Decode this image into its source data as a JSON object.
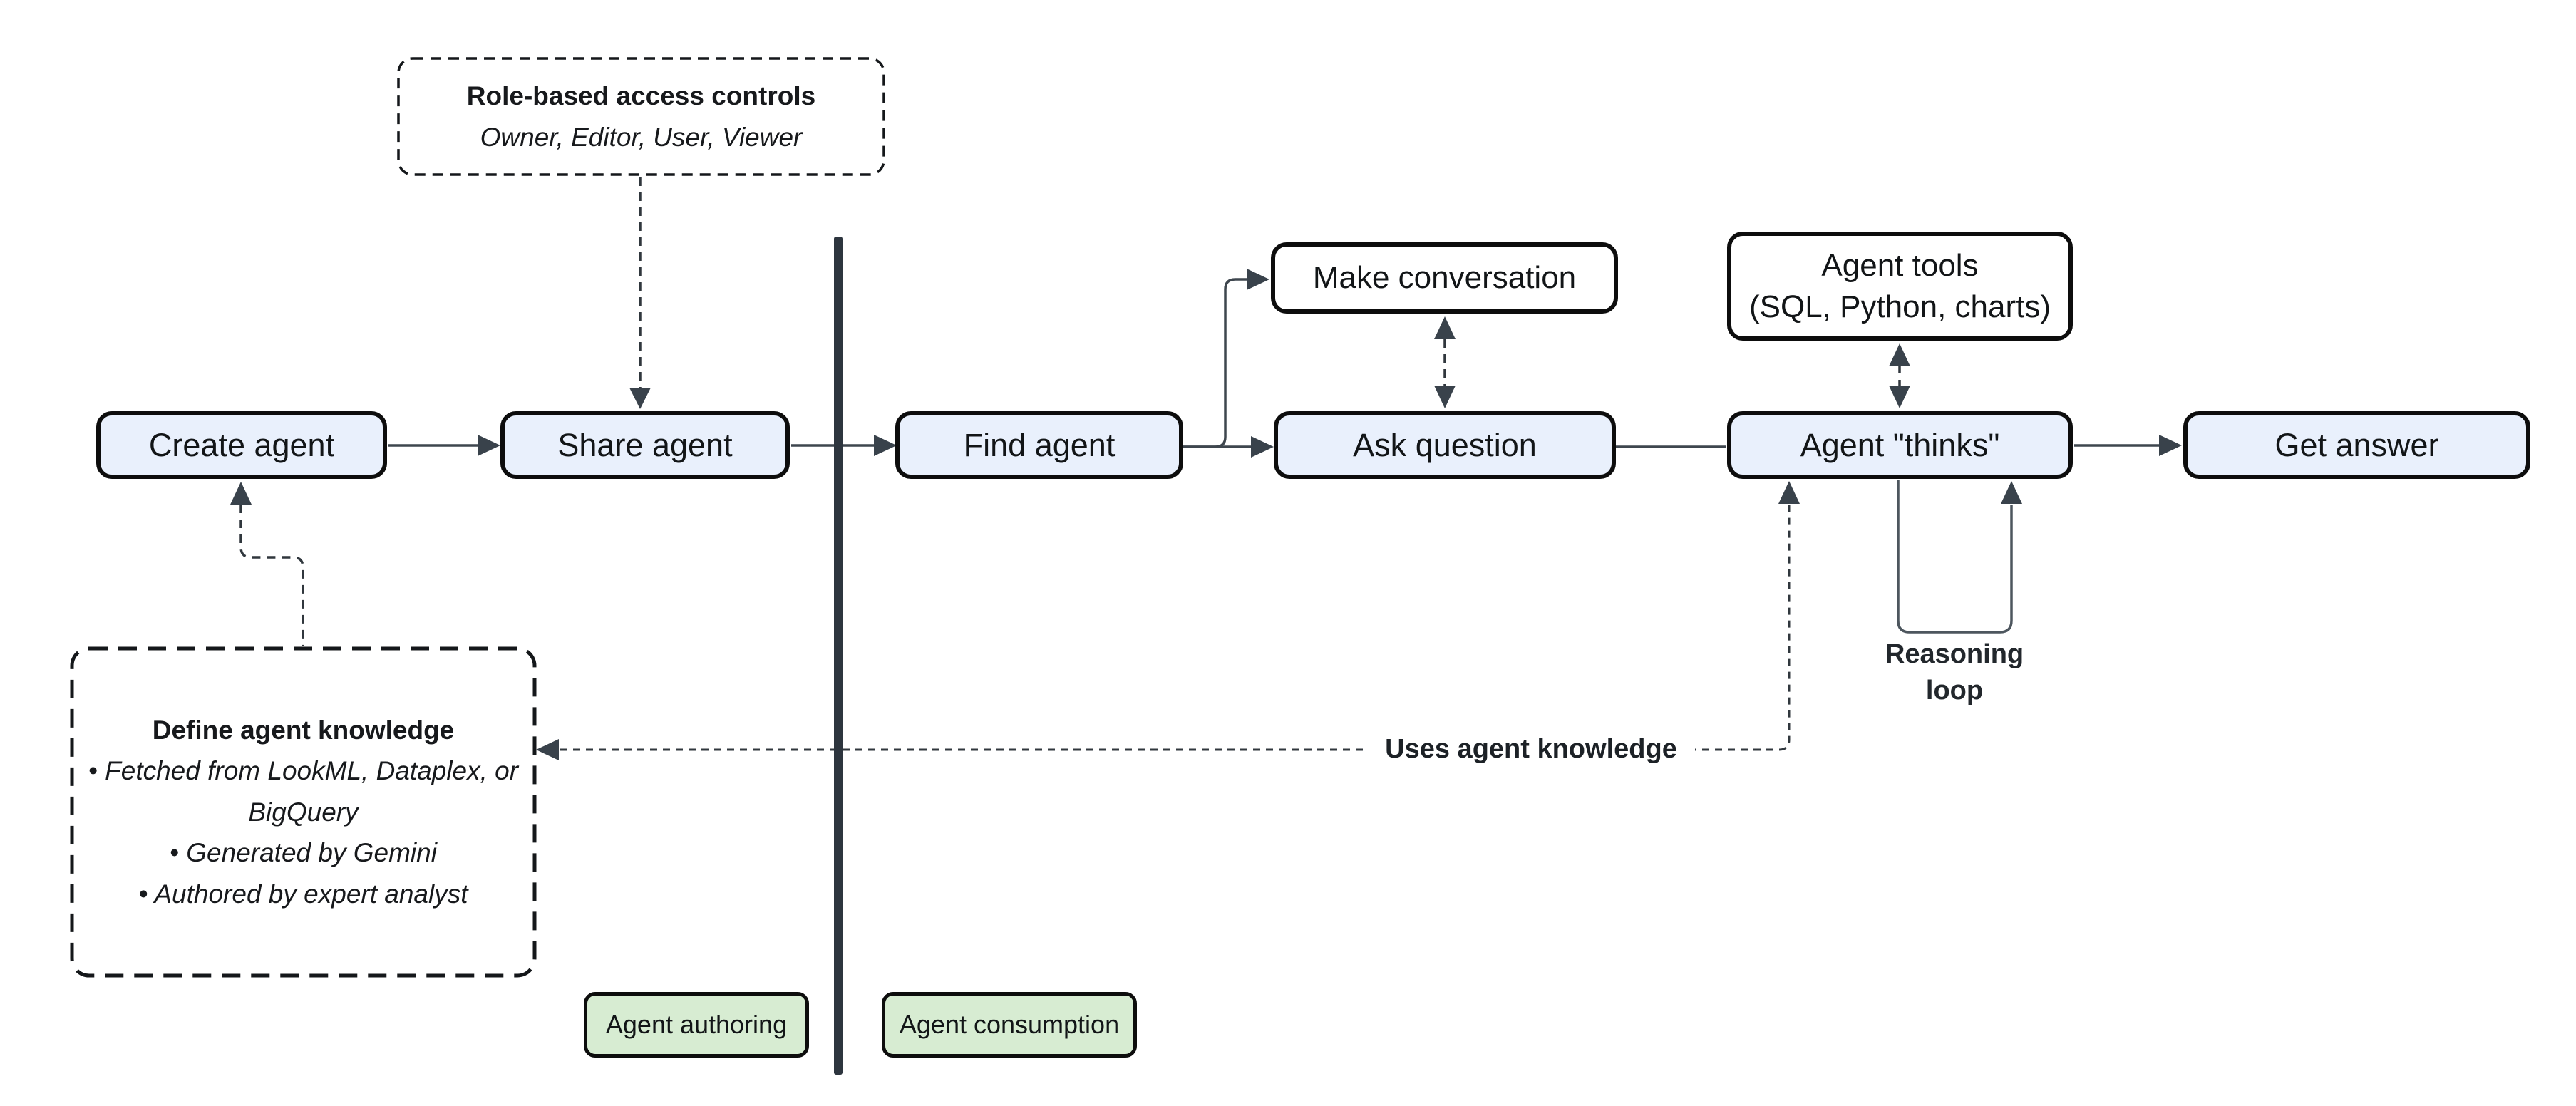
{
  "diagram": {
    "nodes": {
      "create": {
        "label": "Create agent"
      },
      "share": {
        "label": "Share agent"
      },
      "find": {
        "label": "Find agent"
      },
      "ask": {
        "label": "Ask question"
      },
      "think": {
        "label": "Agent \"thinks\""
      },
      "answer": {
        "label": "Get answer"
      },
      "conversation": {
        "label": "Make conversation"
      },
      "tools": {
        "line1": "Agent tools",
        "line2": "(SQL, Python, charts)"
      }
    },
    "notes": {
      "access": {
        "title": "Role-based access controls",
        "subtitle": "Owner, Editor, User, Viewer"
      },
      "knowledge": {
        "title": "Define agent knowledge",
        "bullets": [
          "Fetched from LookML, Dataplex, or BigQuery",
          "Generated by Gemini",
          "Authored by expert analyst"
        ]
      }
    },
    "labels": {
      "uses_knowledge": "Uses agent knowledge",
      "reasoning_line1": "Reasoning",
      "reasoning_line2": "loop",
      "authoring": "Agent authoring",
      "consumption": "Agent consumption"
    },
    "colors": {
      "node_fill": "#e9f0fc",
      "node_border": "#0d0d0d",
      "plain_fill": "#ffffff",
      "green_fill": "#d7ecd2",
      "divider": "#2d353e",
      "connector": "#3e464e",
      "arrow": "#39424b",
      "text": "#121517"
    }
  }
}
